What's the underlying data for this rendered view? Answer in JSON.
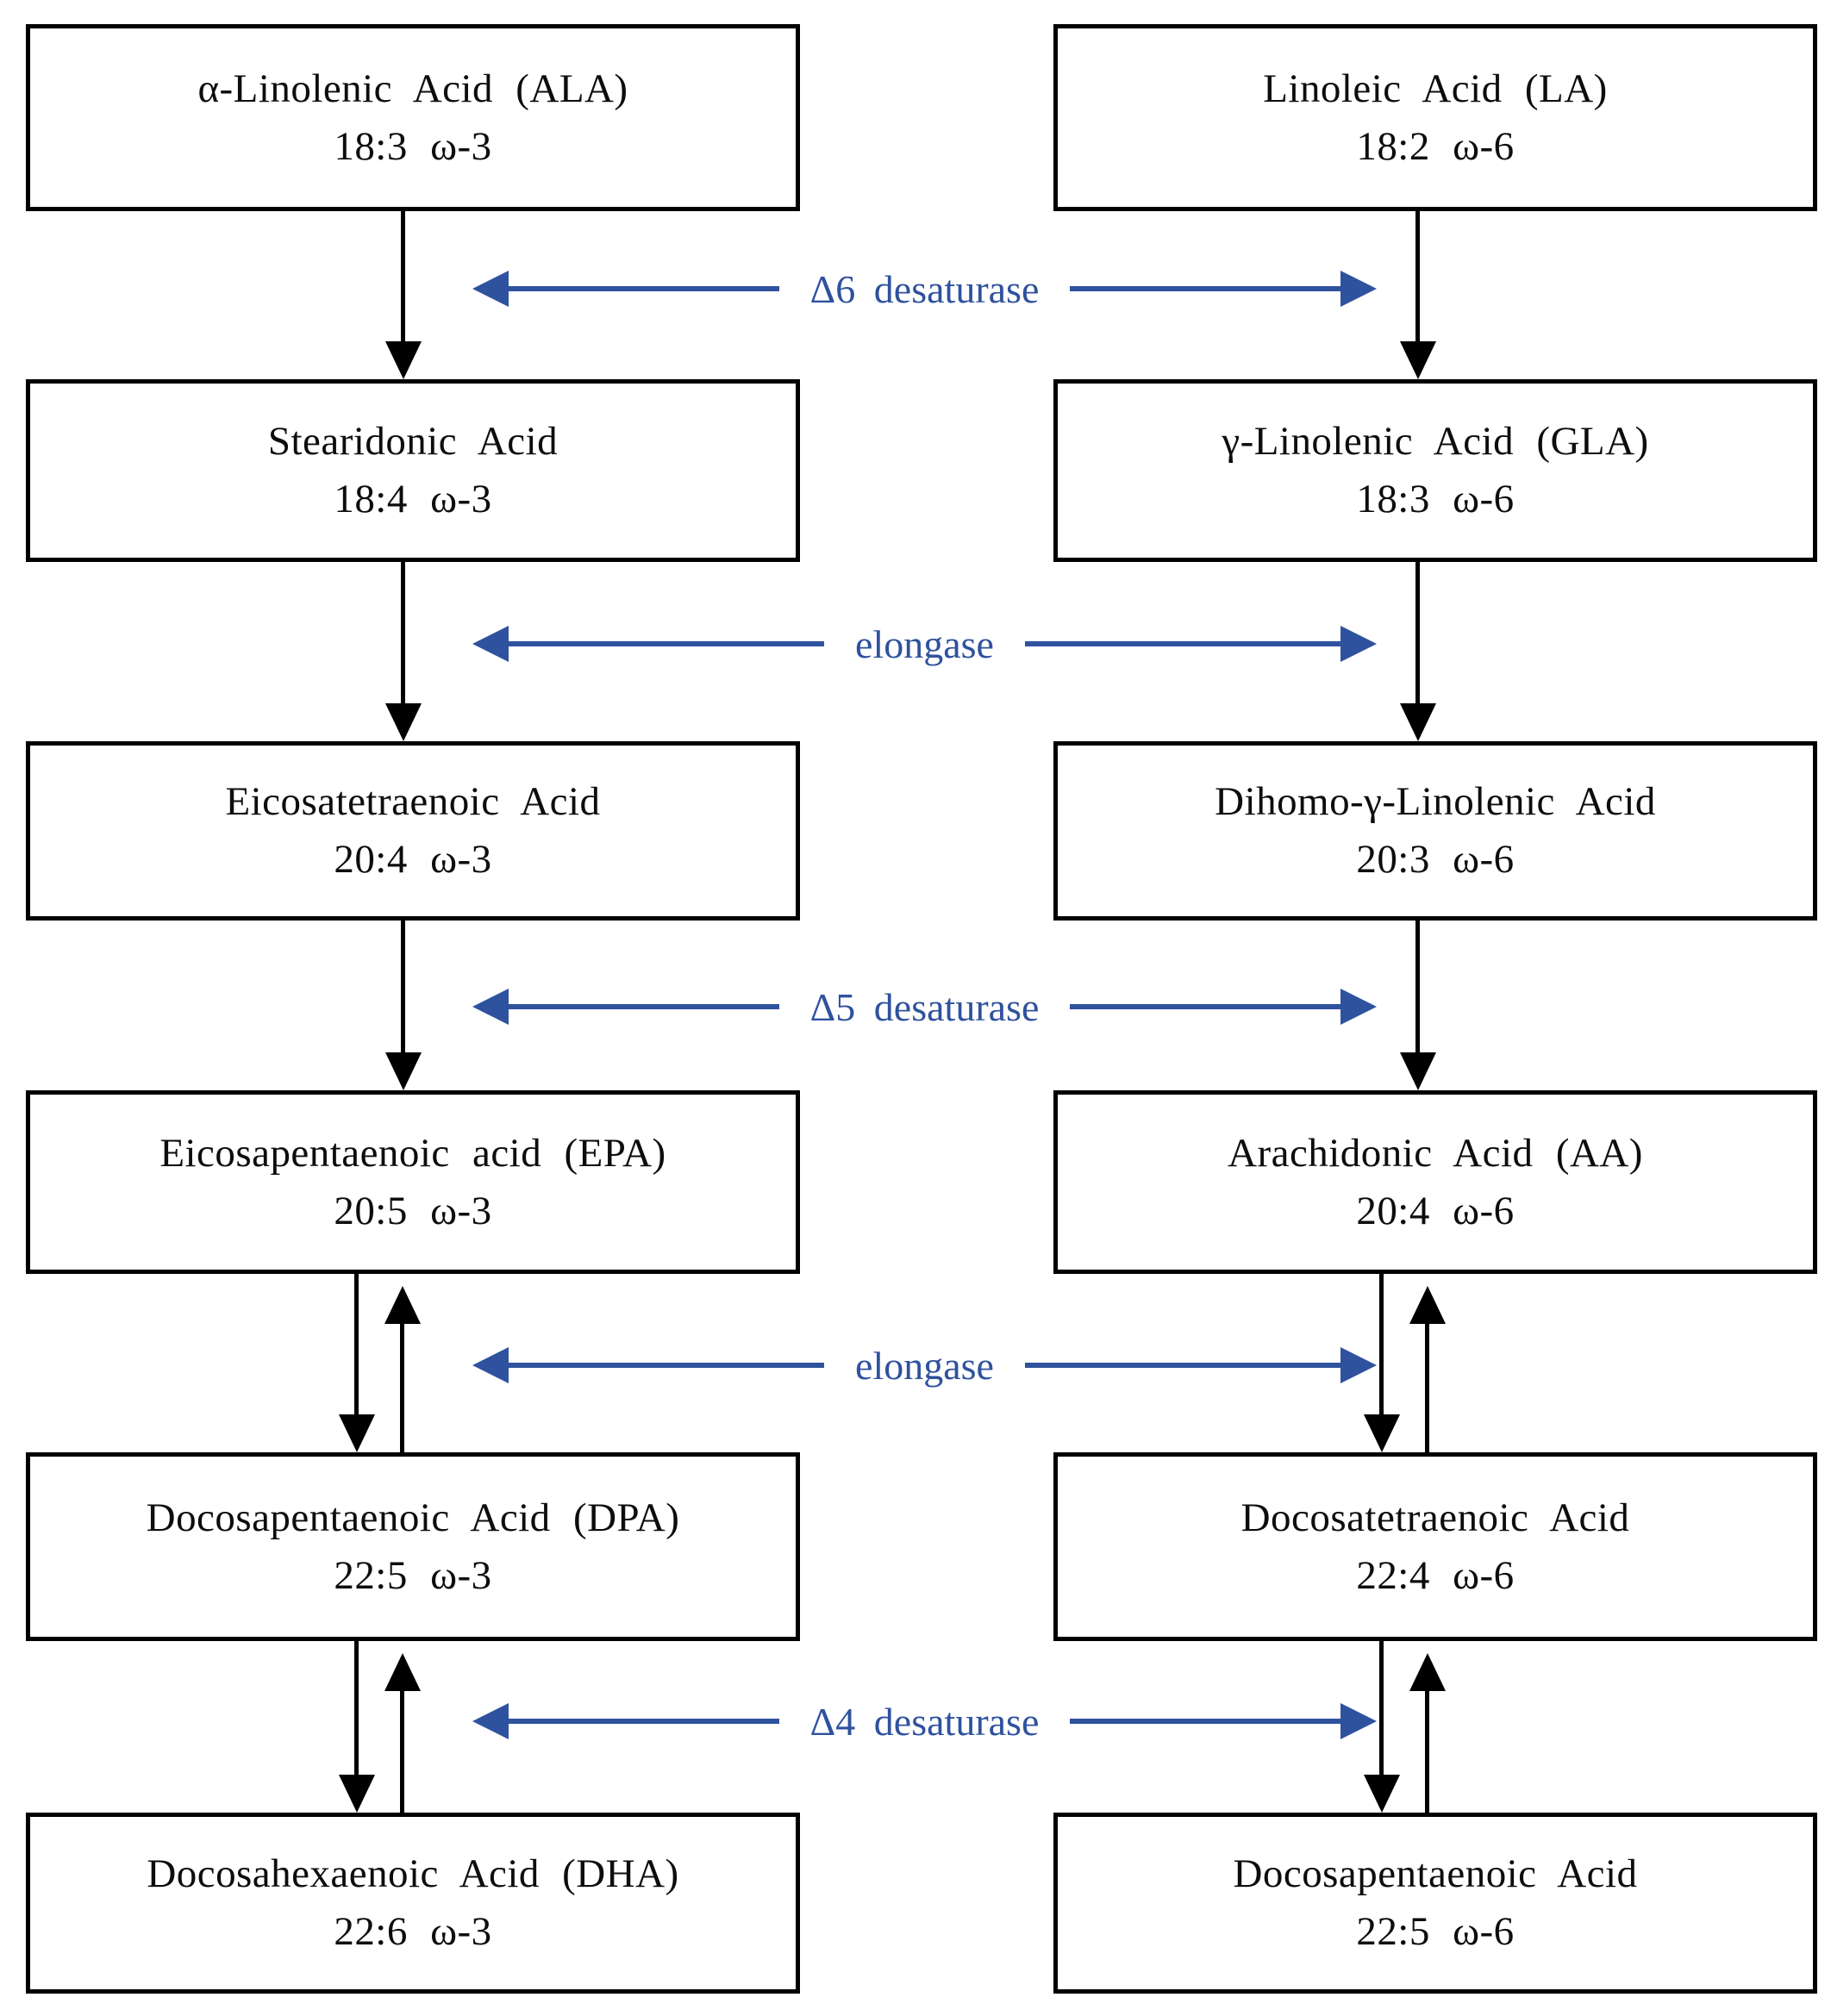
{
  "colors": {
    "arrow_blue": "#2f529e",
    "line_black": "#000000"
  },
  "omega3": [
    {
      "name": "α-Linolenic Acid (ALA)",
      "formula": "18:3 ω-3"
    },
    {
      "name": "Stearidonic Acid",
      "formula": "18:4 ω-3"
    },
    {
      "name": "Eicosatetraenoic Acid",
      "formula": "20:4 ω-3"
    },
    {
      "name": "Eicosapentaenoic acid (EPA)",
      "formula": "20:5 ω-3"
    },
    {
      "name": "Docosapentaenoic Acid (DPA)",
      "formula": "22:5 ω-3"
    },
    {
      "name": "Docosahexaenoic Acid (DHA)",
      "formula": "22:6 ω-3"
    }
  ],
  "omega6": [
    {
      "name": "Linoleic Acid (LA)",
      "formula": "18:2 ω-6"
    },
    {
      "name": "γ-Linolenic Acid (GLA)",
      "formula": "18:3 ω-6"
    },
    {
      "name": "Dihomo-γ-Linolenic Acid",
      "formula": "20:3 ω-6"
    },
    {
      "name": "Arachidonic Acid (AA)",
      "formula": "20:4 ω-6"
    },
    {
      "name": "Docosatetraenoic Acid",
      "formula": "22:4 ω-6"
    },
    {
      "name": "Docosapentaenoic Acid",
      "formula": "22:5 ω-6"
    }
  ],
  "enzymes": [
    "Δ6 desaturase",
    "elongase",
    "Δ5 desaturase",
    "elongase",
    "Δ4 desaturase"
  ]
}
